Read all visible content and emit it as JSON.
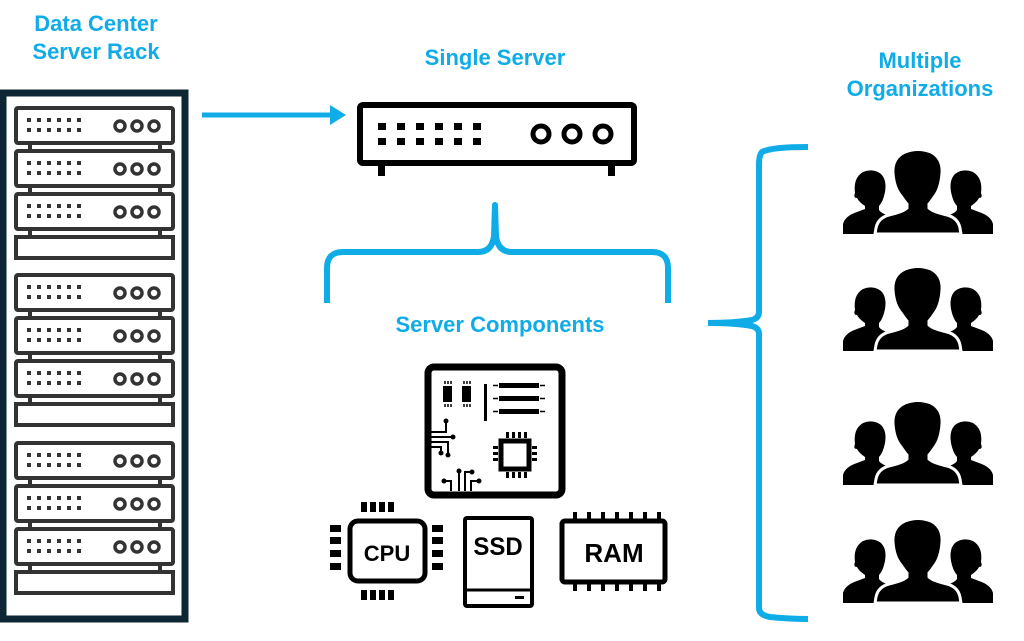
{
  "titles": {
    "rack": [
      "Data Center",
      "Server Rack"
    ],
    "single_server": "Single Server",
    "components": "Server Components",
    "organizations": [
      "Multiple",
      "Organizations"
    ]
  },
  "components": {
    "cpu": "CPU",
    "ssd": "SSD",
    "ram": "RAM"
  },
  "rack": {
    "groups": 3,
    "servers_per_group": 3
  },
  "organizations_count": 4,
  "colors": {
    "accent": "#10ace8",
    "rack_frame": "#0c2633",
    "icon_gray": "#333333",
    "icon_black": "#000000"
  }
}
